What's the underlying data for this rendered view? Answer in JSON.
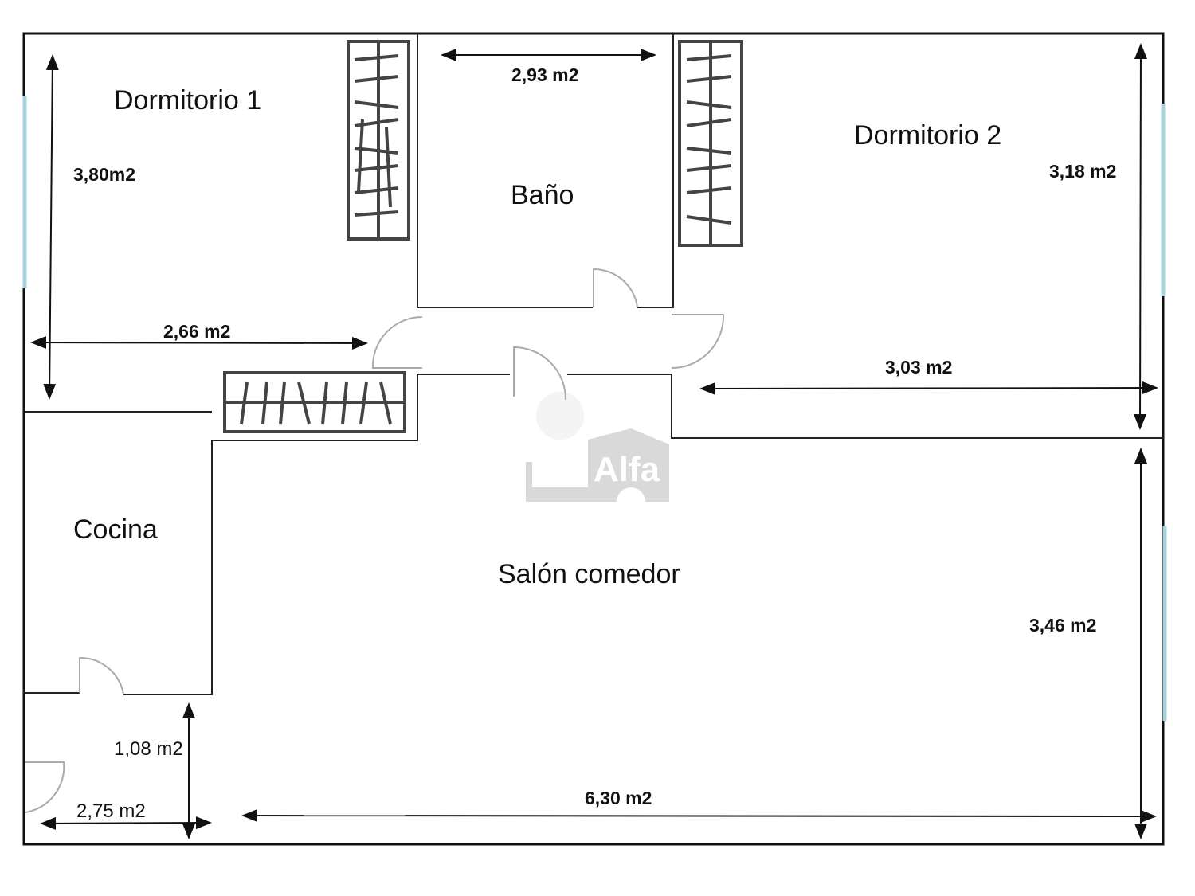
{
  "rooms": {
    "dormitorio1": "Dormitorio 1",
    "dormitorio2": "Dormitorio 2",
    "bano": "Baño",
    "cocina": "Cocina",
    "salon": "Salón comedor"
  },
  "dimensions": {
    "d1_vertical": "3,80m2",
    "d1_horizontal": "2,66 m2",
    "bano_horizontal": "2,93 m2",
    "d2_vertical": "3,18 m2",
    "d2_horizontal": "3,03 m2",
    "salon_vertical": "3,46 m2",
    "salon_horizontal": "6,30 m2",
    "entry_vertical": "1,08 m2",
    "entry_horizontal": "2,75 m2"
  },
  "watermark": "Alfa",
  "colors": {
    "wall": "#111111",
    "window": "#a9d3dc",
    "door": "#aaaaaa",
    "watermark": "#d9d9d9"
  }
}
